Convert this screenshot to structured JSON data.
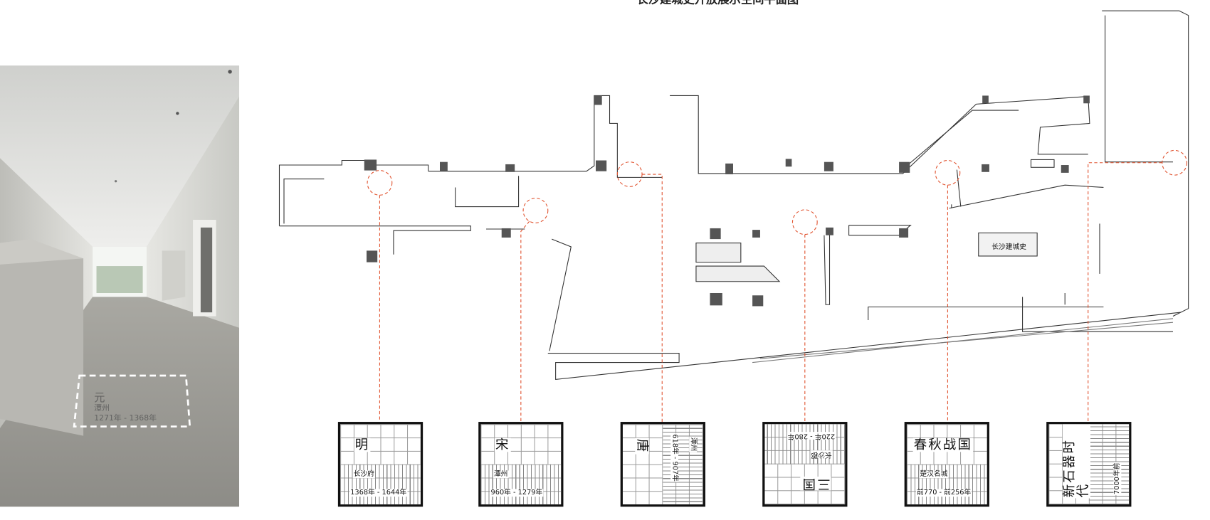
{
  "title": "长沙建城史开放展示空间平面图",
  "photo": {
    "floor_marker": {
      "dynasty": "元",
      "place": "潭州",
      "period": "1271年 - 1368年"
    }
  },
  "plan": {
    "label": "长沙建城史",
    "marker_color": "#e0502c"
  },
  "periods": [
    {
      "dynasty": "明",
      "place": "长沙府",
      "period": "1368年 - 1644年",
      "orientation": "upright"
    },
    {
      "dynasty": "宋",
      "place": "潭州",
      "period": "960年 - 1279年",
      "orientation": "upright"
    },
    {
      "dynasty": "唐",
      "place": "潭州",
      "period": "618年 - 907年",
      "orientation": "rotated-90"
    },
    {
      "dynasty": "三国",
      "place": "长沙郡",
      "period": "220年 - 280年",
      "orientation": "rotated-180"
    },
    {
      "dynasty": "春秋战国",
      "place": "楚汉名城",
      "period": "前770 - 前256年",
      "orientation": "upright"
    },
    {
      "dynasty": "新石器时代",
      "place": "",
      "period": "7000年前",
      "orientation": "rotated-270"
    }
  ]
}
